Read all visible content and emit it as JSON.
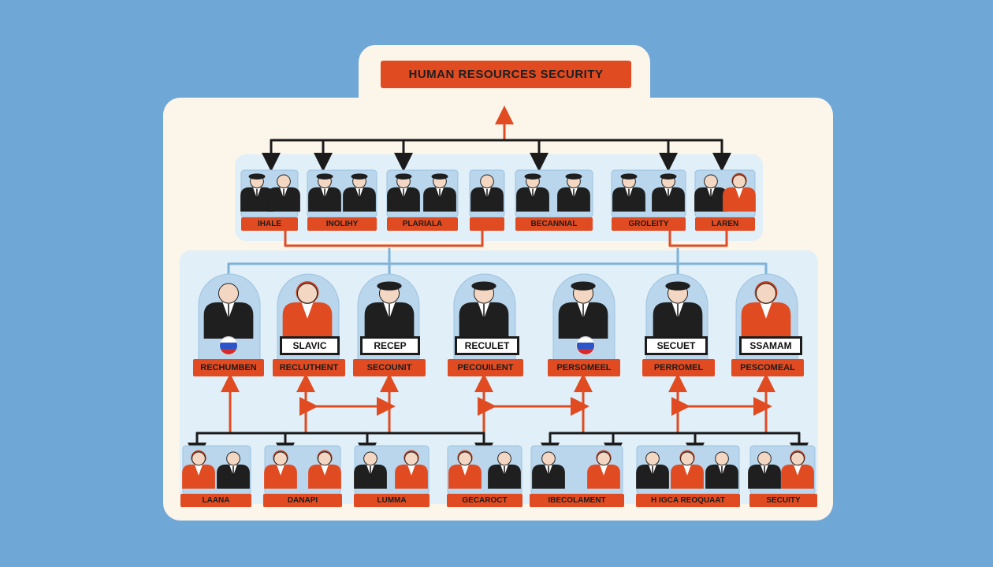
{
  "title": "HUMAN RESOURCES SECURITY",
  "colors": {
    "accent": "#e04b22",
    "background": "#6fa7d6",
    "panel": "#fbf5ea",
    "zone": "#e1eff8",
    "connector": "#1b1b1b"
  },
  "tier1": {
    "labels": [
      "IHALE",
      "INOLIHY",
      "PLARIALA",
      "",
      "BECANNIAL",
      "GROLEITY",
      "LAREN"
    ]
  },
  "tier2": {
    "labels": [
      "RECHUMBEN",
      "RECLUTHENT",
      "SECOUNIT",
      "PECOUILENT",
      "PERSOMEEL",
      "PERROMEL",
      "PESCOMEAL"
    ],
    "signs": [
      "SLAVIC",
      "RECEP",
      "RECULET",
      "SECUET",
      "SSAMAM"
    ]
  },
  "tier3": {
    "labels": [
      "LAANA",
      "DANAPI",
      "LUMMA",
      "GECAROCT",
      "IBECOLAMENT",
      "H IGCA REOQUAAT",
      "SECUITY"
    ]
  }
}
